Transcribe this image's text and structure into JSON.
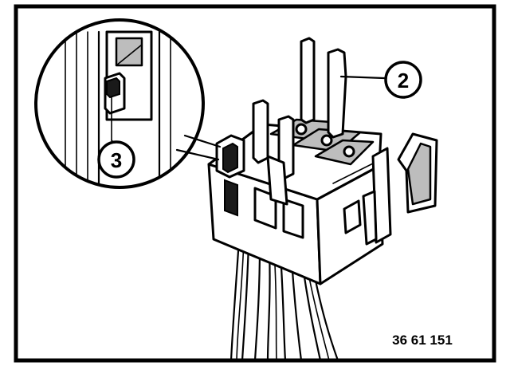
{
  "callouts": [
    {
      "label": "2"
    },
    {
      "label": "3"
    }
  ],
  "reference_number": "36 61 151",
  "colors": {
    "ink": "#000000",
    "paper": "#ffffff",
    "shade": "#bdbdbd"
  }
}
